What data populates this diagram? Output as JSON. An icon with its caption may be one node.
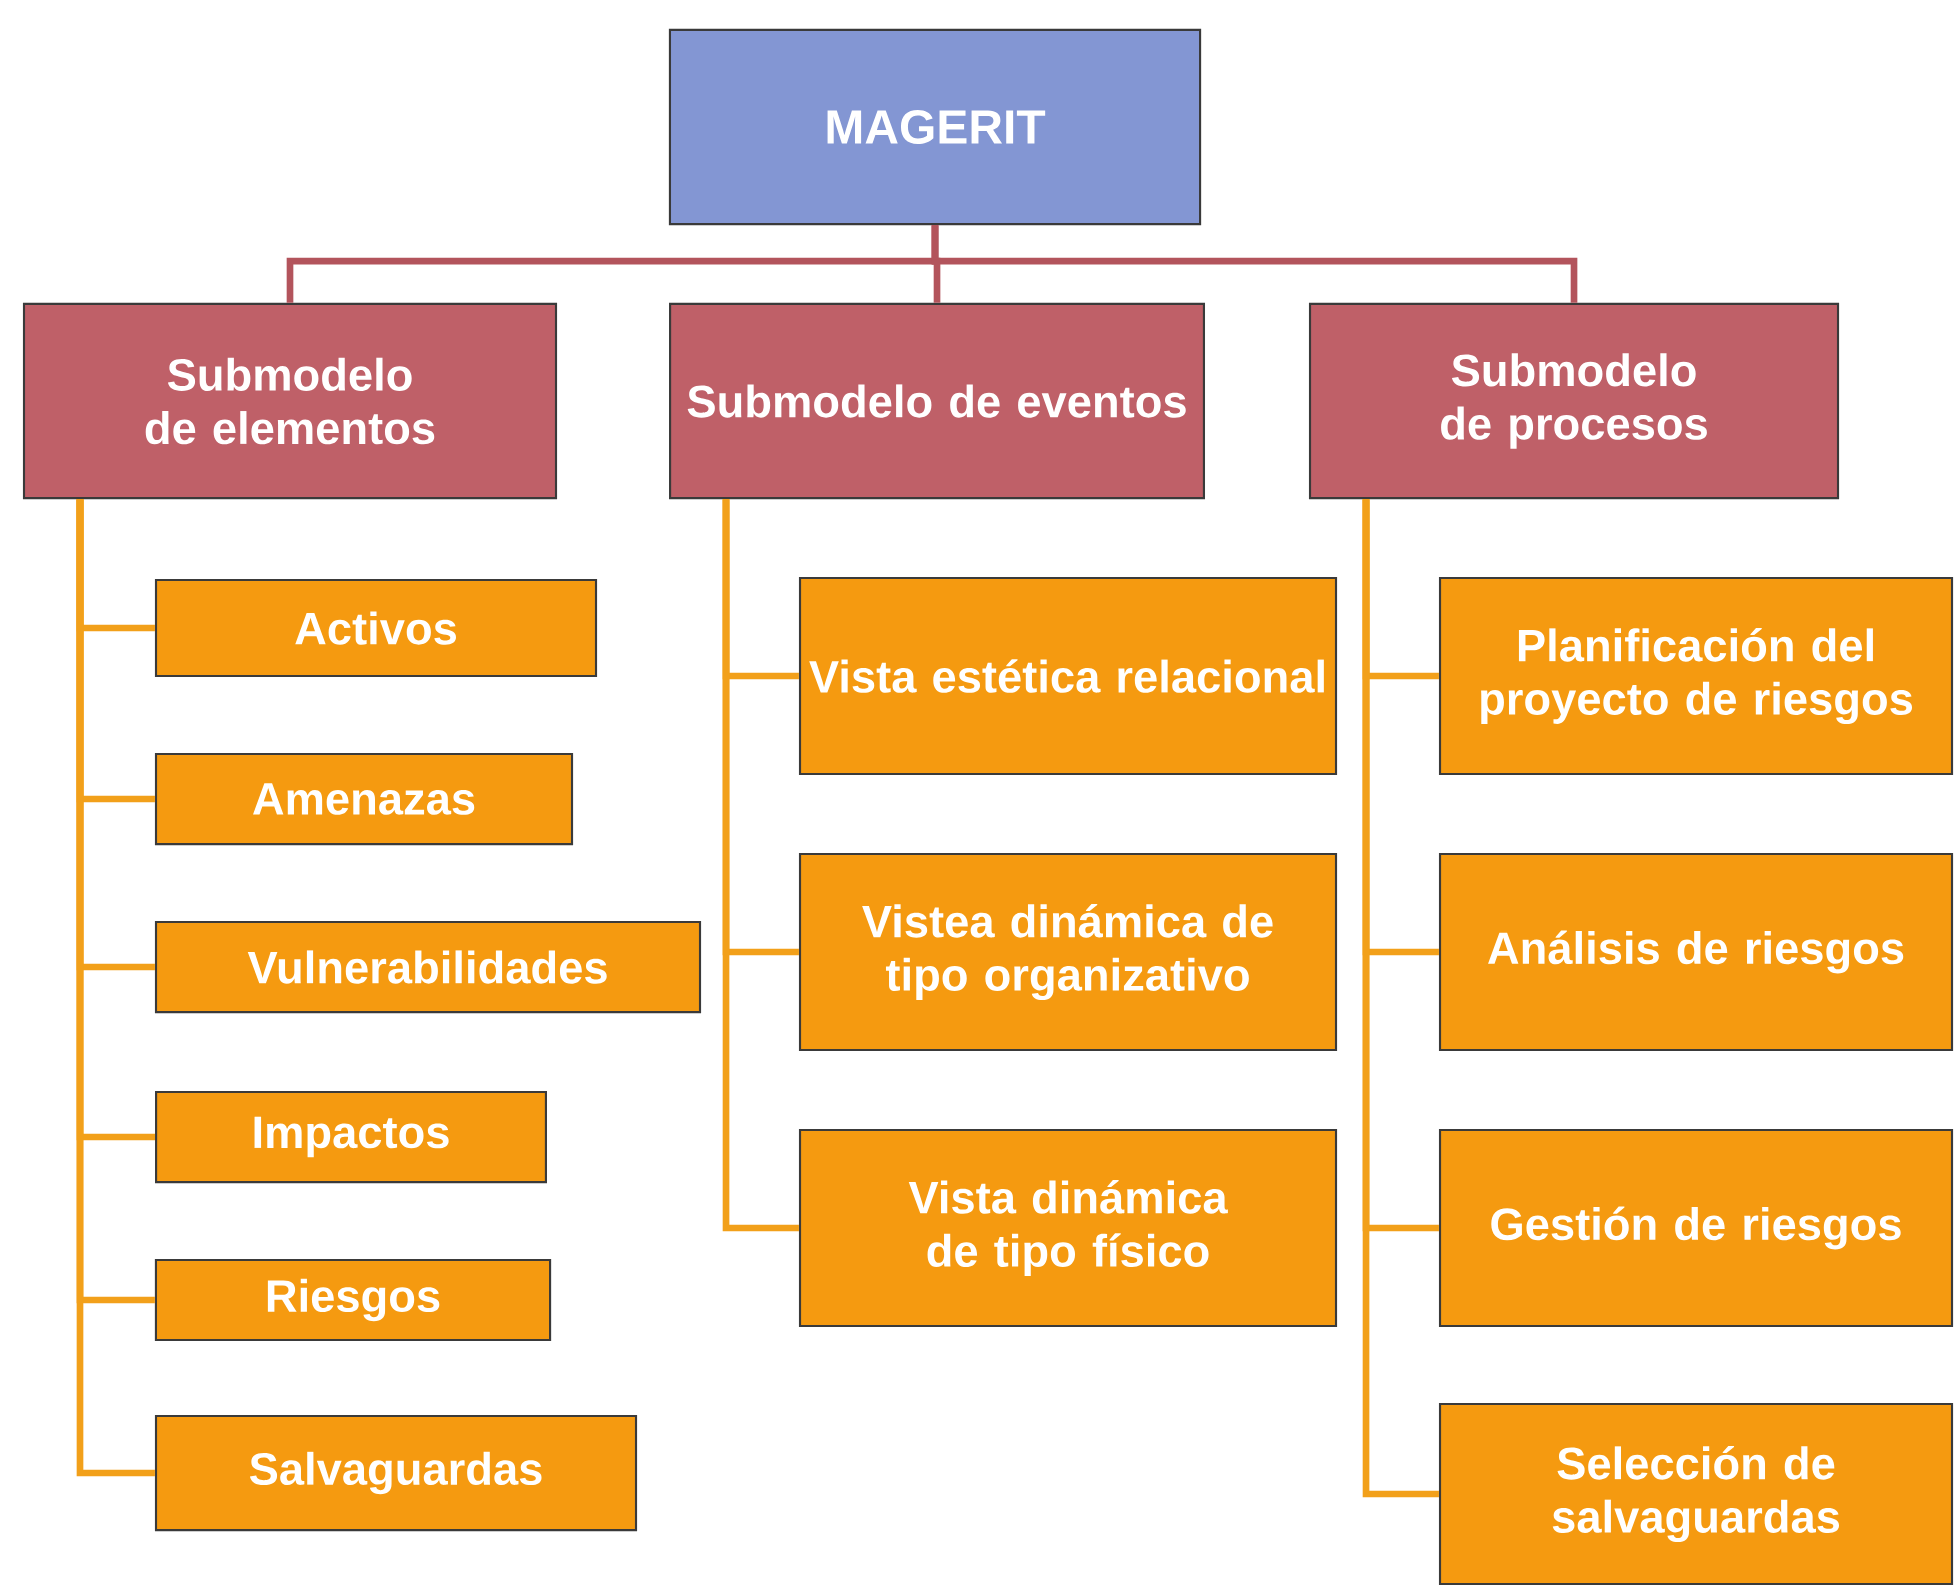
{
  "diagram": {
    "nodes": [
      {
        "text": [
          "MAGERIT"
        ]
      },
      {
        "text": [
          "Submodelo de elementos"
        ]
      },
      {
        "text": [
          "Submodelo de eventos"
        ]
      },
      {
        "text": [
          "Submodelo de procesos"
        ]
      },
      {
        "text": [
          "Activos"
        ]
      },
      {
        "text": [
          "Amenazas"
        ]
      },
      {
        "text": [
          "Vulnerabilidades"
        ]
      },
      {
        "text": [
          "Impactos"
        ]
      },
      {
        "text": [
          "Riesgos"
        ]
      },
      {
        "text": [
          "Salvaguardas"
        ]
      },
      {
        "text": [
          "Vista estética relacional"
        ]
      },
      {
        "text": [
          "Vistea dinámica de tipo organizativo"
        ]
      },
      {
        "text": [
          "Vista dinámica de tipo físico"
        ]
      },
      {
        "text": [
          "Planificación del proyecto de riesgos"
        ]
      },
      {
        "text": [
          "Análisis de riesgos"
        ]
      },
      {
        "text": [
          "Gestión de riesgos"
        ]
      },
      {
        "text": [
          "Selección de salvaguardas"
        ]
      }
    ],
    "edges": [
      {
        "from": 0,
        "to": 1,
        "arrow": "none",
        "color": "#b3545c"
      },
      {
        "from": 0,
        "to": 2,
        "arrow": "none",
        "color": "#b3545c"
      },
      {
        "from": 0,
        "to": 3,
        "arrow": "none",
        "color": "#b3545c"
      },
      {
        "from": 1,
        "to": 4,
        "arrow": "none"
      },
      {
        "from": 1,
        "to": 5,
        "arrow": "none"
      },
      {
        "from": 1,
        "to": 6,
        "arrow": "none"
      },
      {
        "from": 1,
        "to": 7,
        "arrow": "none"
      },
      {
        "from": 1,
        "to": 8,
        "arrow": "none"
      },
      {
        "from": 1,
        "to": 9,
        "arrow": "none"
      },
      {
        "from": 2,
        "to": 10,
        "arrow": "none"
      },
      {
        "from": 2,
        "to": 11,
        "arrow": "none"
      },
      {
        "from": 2,
        "to": 12,
        "arrow": "none"
      },
      {
        "from": 3,
        "to": 13,
        "arrow": "none"
      },
      {
        "from": 3,
        "to": 14,
        "arrow": "none"
      },
      {
        "from": 3,
        "to": 15,
        "arrow": "none"
      },
      {
        "from": 3,
        "to": 16,
        "arrow": "none"
      }
    ]
  }
}
